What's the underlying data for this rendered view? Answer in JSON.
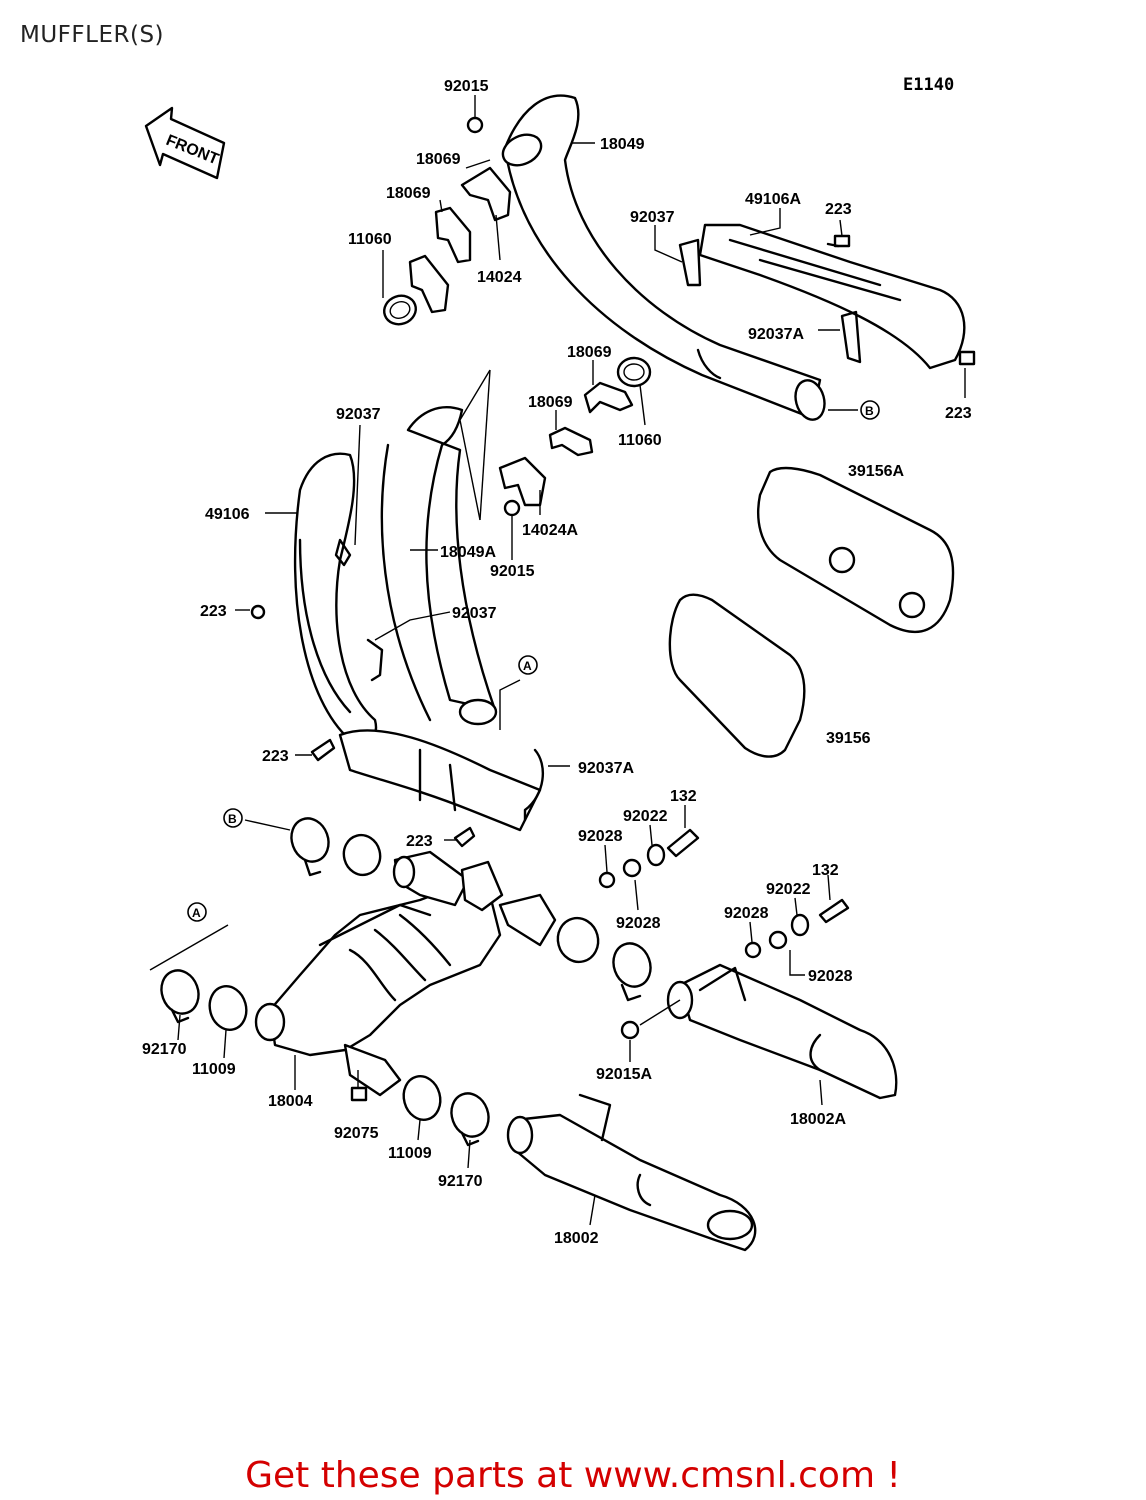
{
  "header": {
    "title": "MUFFLER(S)",
    "diagram_code": "E1140"
  },
  "front_arrow_label": "FRONT",
  "reference_marks": [
    "A",
    "B"
  ],
  "parts": [
    {
      "part_no": "92015"
    },
    {
      "part_no": "18049"
    },
    {
      "part_no": "18069"
    },
    {
      "part_no": "18069"
    },
    {
      "part_no": "11060"
    },
    {
      "part_no": "14024"
    },
    {
      "part_no": "49106A"
    },
    {
      "part_no": "223"
    },
    {
      "part_no": "92037"
    },
    {
      "part_no": "92037A"
    },
    {
      "part_no": "223"
    },
    {
      "part_no": "18069"
    },
    {
      "part_no": "18069"
    },
    {
      "part_no": "11060"
    },
    {
      "part_no": "92037"
    },
    {
      "part_no": "49106"
    },
    {
      "part_no": "14024A"
    },
    {
      "part_no": "18049A"
    },
    {
      "part_no": "92015"
    },
    {
      "part_no": "39156A"
    },
    {
      "part_no": "223"
    },
    {
      "part_no": "92037"
    },
    {
      "part_no": "39156"
    },
    {
      "part_no": "223"
    },
    {
      "part_no": "92037A"
    },
    {
      "part_no": "132"
    },
    {
      "part_no": "92022"
    },
    {
      "part_no": "92028"
    },
    {
      "part_no": "223"
    },
    {
      "part_no": "92028"
    },
    {
      "part_no": "132"
    },
    {
      "part_no": "92022"
    },
    {
      "part_no": "92028"
    },
    {
      "part_no": "92028"
    },
    {
      "part_no": "92170"
    },
    {
      "part_no": "11009"
    },
    {
      "part_no": "18004"
    },
    {
      "part_no": "92075"
    },
    {
      "part_no": "11009"
    },
    {
      "part_no": "92170"
    },
    {
      "part_no": "92015A"
    },
    {
      "part_no": "18002A"
    },
    {
      "part_no": "18002"
    }
  ],
  "footer": {
    "link_text": "Get these parts at www.cmsnl.com !",
    "link_color": "#d40000"
  }
}
